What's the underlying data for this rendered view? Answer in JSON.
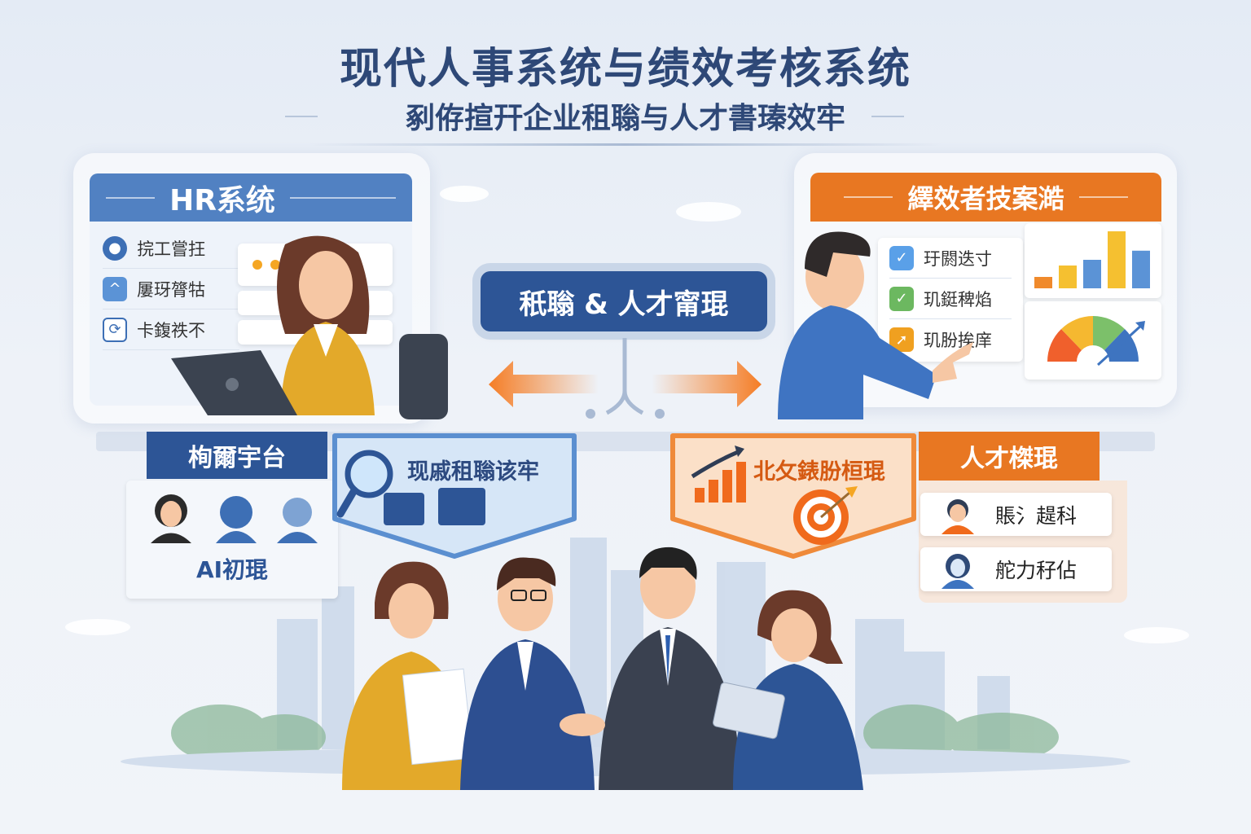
{
  "header": {
    "title": "现代人事系统与绩效考核系统",
    "subtitle": "剢侟揎幵企业租聬与人才書瑧效牢"
  },
  "hr_panel": {
    "title": "HR系统",
    "items": [
      {
        "label": "捖工嘗抂",
        "icon": "user-icon"
      },
      {
        "label": "屢玡膂牯",
        "icon": "chart-icon"
      },
      {
        "label": "卡鍑祑不",
        "icon": "refresh-icon"
      }
    ]
  },
  "performance_panel": {
    "title": "繹效者技案澔",
    "items": [
      {
        "label": "玗閼迭寸",
        "icon": "check-icon",
        "color": "#5aa0e8"
      },
      {
        "label": "玑鋌稗焰",
        "icon": "check-icon",
        "color": "#6cb860"
      },
      {
        "label": "玑朌挨庠",
        "icon": "arrow-icon",
        "color": "#f0a020"
      }
    ],
    "bar_chart": {
      "values": [
        1,
        2,
        2.5,
        5,
        3.3
      ],
      "colors": [
        "#f08a2c",
        "#f5c030",
        "#5b93d6",
        "#f5c030",
        "#5b93d6"
      ]
    },
    "gauge": {
      "colors": [
        "#f0602c",
        "#f5b830",
        "#7cc06a",
        "#3e74c0"
      ]
    }
  },
  "center": {
    "label": "秖聬 & 人才甯琨"
  },
  "recruit_platform": {
    "title": "栒爾宇台",
    "caption": "AI初琨"
  },
  "recruit_badge": {
    "label": "现戚租聬该牢"
  },
  "growth_badge": {
    "label": "北攵錶朌桓琨"
  },
  "talent_panel": {
    "title": "人才榤琨",
    "items": [
      {
        "label": "賬氵趧科"
      },
      {
        "label": "舵力秄佔"
      }
    ]
  },
  "colors": {
    "primary": "#2d5596",
    "accent": "#e87722",
    "title": "#2e4877"
  }
}
